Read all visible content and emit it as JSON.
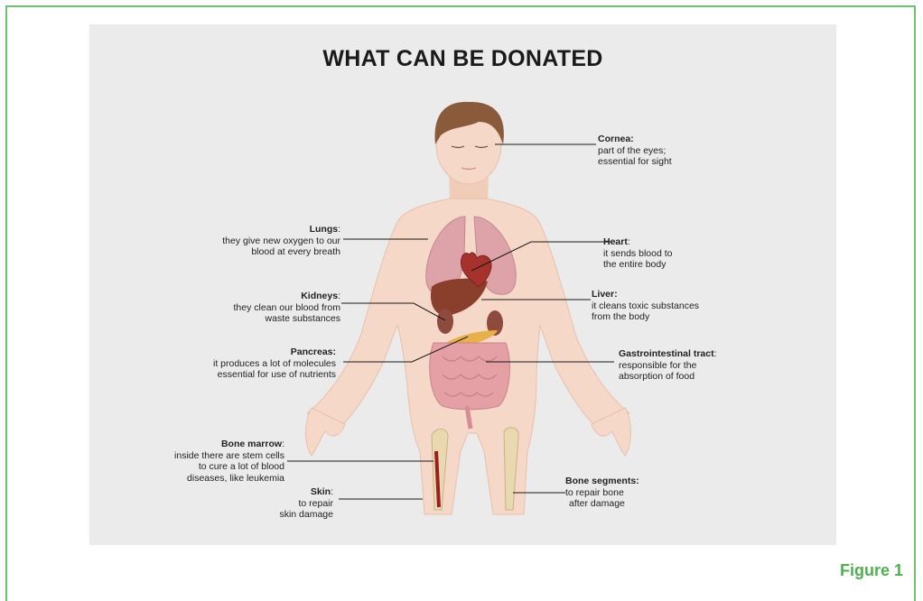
{
  "title": "WHAT CAN BE DONATED",
  "figure_label": "Figure 1",
  "labels": {
    "cornea": {
      "name": "Cornea:",
      "lines": [
        "part of the eyes;",
        "essential for sight"
      ]
    },
    "lungs": {
      "name": "Lungs",
      "suffix": ":",
      "lines": [
        "they give new oxygen to  our",
        "blood at  every breath"
      ]
    },
    "heart": {
      "name": "Heart",
      "suffix": ":",
      "lines": [
        "it sends blood to",
        "the entire body"
      ]
    },
    "kidneys": {
      "name": "Kidneys",
      "suffix": ":",
      "lines": [
        "they clean our blood from",
        "waste  substances"
      ]
    },
    "liver": {
      "name": "Liver:",
      "lines": [
        "it cleans toxic substances",
        "from the body"
      ]
    },
    "pancreas": {
      "name": "Pancreas:",
      "lines": [
        "it produces a lot of molecules",
        "essential for use of nutrients"
      ]
    },
    "gi": {
      "name": "Gastrointestinal tract",
      "suffix": ":",
      "lines": [
        "responsible for  the",
        "absorption of food"
      ]
    },
    "marrow": {
      "name": "Bone marrow",
      "suffix": ":",
      "lines": [
        "inside there are stem cells",
        "to cure a lot of blood",
        "diseases, like leukemia"
      ]
    },
    "skin": {
      "name": "Skin",
      "suffix": ":",
      "lines": [
        "to repair",
        "skin damage"
      ]
    },
    "bone": {
      "name": "Bone segments:",
      "lines": [
        "to repair bone",
        "after damage"
      ]
    }
  },
  "colors": {
    "border": "#6ec16e",
    "figure_label": "#4fb04f",
    "panel": "#ebebeb",
    "skin": "#f5d8c7"
  }
}
